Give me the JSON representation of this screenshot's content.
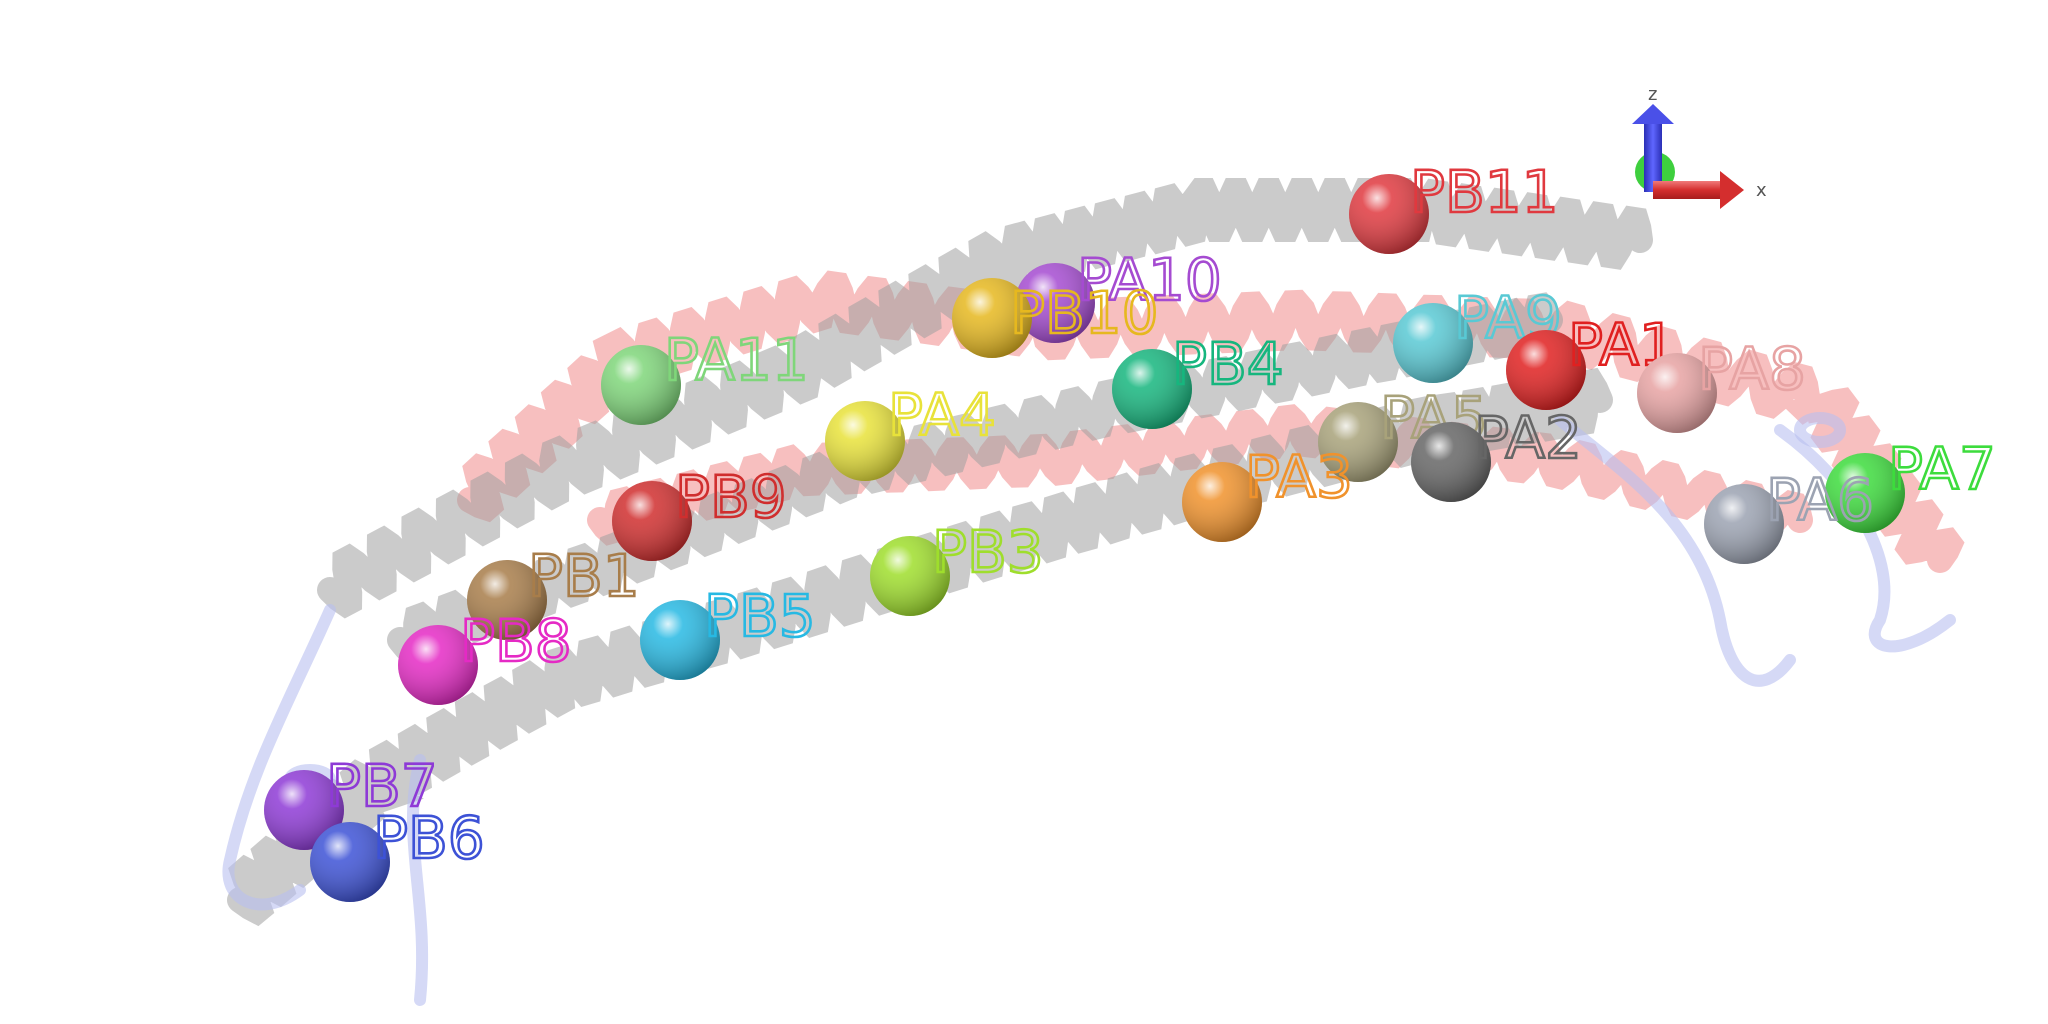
{
  "axes": {
    "z_label": "z",
    "x_label": "x"
  },
  "beads": [
    {
      "label": "PB11",
      "color": "#e0393f"
    },
    {
      "label": "PA10",
      "color": "#a54bd1"
    },
    {
      "label": "PB10",
      "color": "#e6b81f"
    },
    {
      "label": "PA9",
      "color": "#59c9d4"
    },
    {
      "label": "PA1",
      "color": "#e02020"
    },
    {
      "label": "PA8",
      "color": "#e7a3a3"
    },
    {
      "label": "PA11",
      "color": "#7fd67a"
    },
    {
      "label": "PB4",
      "color": "#16b67e"
    },
    {
      "label": "PA4",
      "color": "#e8e23a"
    },
    {
      "label": "PA5",
      "color": "#a8a27a"
    },
    {
      "label": "PA2",
      "color": "#666666"
    },
    {
      "label": "PA3",
      "color": "#f0922c"
    },
    {
      "label": "PB9",
      "color": "#d02e2e"
    },
    {
      "label": "PA7",
      "color": "#3ddc3d"
    },
    {
      "label": "PA6",
      "color": "#9ca3b2"
    },
    {
      "label": "PB3",
      "color": "#9fde2c"
    },
    {
      "label": "PB1",
      "color": "#a87d4a"
    },
    {
      "label": "PB5",
      "color": "#27b9e3"
    },
    {
      "label": "PB8",
      "color": "#e52ac5"
    },
    {
      "label": "PB7",
      "color": "#8e3ad6"
    },
    {
      "label": "PB6",
      "color": "#3d52d6"
    }
  ]
}
